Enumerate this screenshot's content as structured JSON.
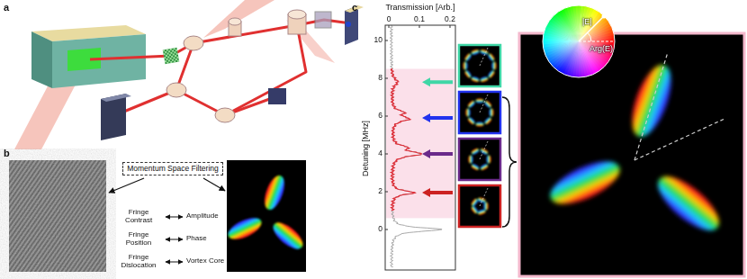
{
  "diagram": {
    "nodes": [
      {
        "text": [
          "Momentum Space Filtering"
        ]
      }
    ],
    "labels": [
      "a",
      "b",
      "c",
      "Fringe Contrast",
      "Amplitude",
      "Fringe Position",
      "Phase",
      "Fringe Dislocation",
      "Vortex Core",
      "Transmission [Arb.]",
      "0",
      "0.1",
      "0.2",
      "Detuning [MHz]",
      "10",
      "8",
      "6",
      "4",
      "2",
      "0",
      "|E|",
      "Arg(E)"
    ]
  }
}
